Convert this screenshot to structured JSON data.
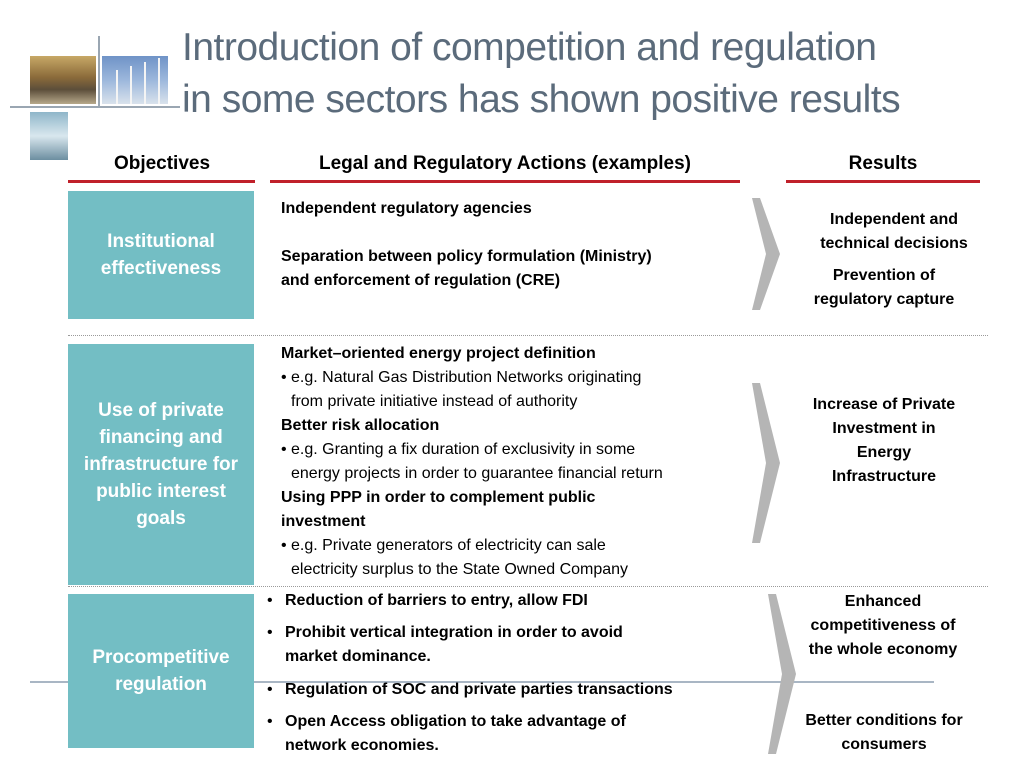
{
  "title": {
    "line1": "Introduction of competition and regulation",
    "line2": "in some sectors has shown positive results"
  },
  "columns": {
    "objectives": "Objectives",
    "actions": "Legal and Regulatory Actions (examples)",
    "results": "Results"
  },
  "rows": [
    {
      "objective": "Institutional effectiveness",
      "actions": {
        "item1": "Independent regulatory agencies",
        "item2_line1": "Separation between policy formulation (Ministry)",
        "item2_line2": "and enforcement of regulation (CRE)"
      },
      "results": {
        "r1": "Independent and technical decisions",
        "r2": "Prevention of regulatory capture"
      }
    },
    {
      "objective": "Use of private financing and infrastructure for public interest goals",
      "actions": {
        "h1": "Market–oriented energy project definition",
        "b1_line1": "e.g. Natural Gas Distribution Networks originating",
        "b1_line2": "from private initiative instead of authority",
        "h2": "Better risk allocation",
        "b2_line1": "e.g. Granting a fix duration of exclusivity in some",
        "b2_line2": "energy projects in order to guarantee financial return",
        "h3_line1": "Using PPP in order to complement public",
        "h3_line2": "investment",
        "b3_line1": "e.g. Private generators of electricity can sale",
        "b3_line2": "electricity surplus to the State Owned Company"
      },
      "results": {
        "r1": "Increase of Private Investment in Energy Infrastructure"
      }
    },
    {
      "objective": "Procompetitive regulation",
      "actions": {
        "i1": "Reduction of barriers to entry, allow FDI",
        "i2_line1": "Prohibit vertical integration in order to avoid",
        "i2_line2": "market dominance.",
        "i3": "Regulation of SOC and private parties transactions",
        "i4_line1": "Open Access obligation to take advantage of",
        "i4_line2": "network economies."
      },
      "results": {
        "r1": "Enhanced competitiveness of the whole economy",
        "r2": "Better conditions for consumers"
      }
    }
  ],
  "colors": {
    "teal": "#73bec4",
    "red_rule": "#c0202a",
    "title_gray": "#5b6b7b",
    "chevron_gray": "#b5b5b5"
  }
}
